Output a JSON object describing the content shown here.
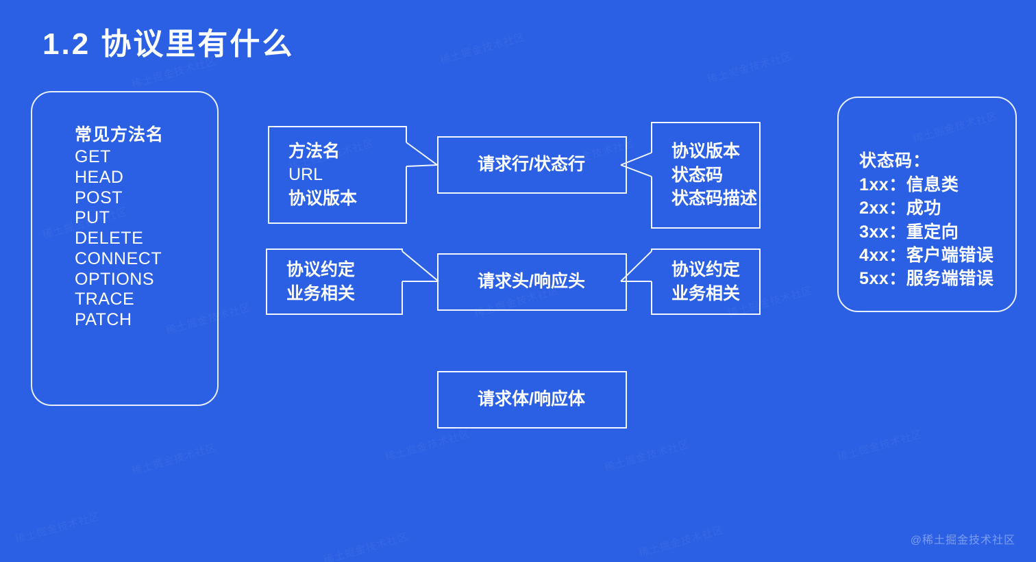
{
  "slide": {
    "title": "1.2  协议里有什么",
    "background_color": "#2b60e4",
    "line_color": "#f2f6ff",
    "text_color": "#ffffff",
    "attribution": "@稀土掘金技术社区",
    "watermark_text": "稀土掘金技术社区"
  },
  "methods_panel": {
    "heading": "常见方法名",
    "items": [
      "GET",
      "HEAD",
      "POST",
      "PUT",
      "DELETE",
      "CONNECT",
      "OPTIONS",
      "TRACE",
      "PATCH"
    ]
  },
  "status_panel": {
    "heading": "状态码：",
    "rows": [
      {
        "code": "1xx：",
        "label": "信息类"
      },
      {
        "code": "2xx：",
        "label": "成功"
      },
      {
        "code": "3xx：",
        "label": "重定向"
      },
      {
        "code": "4xx：",
        "label": "客户端错误"
      },
      {
        "code": "5xx：",
        "label": "服务端错误"
      }
    ]
  },
  "flow": {
    "row1": {
      "left": {
        "line1": "方法名",
        "line2": "URL",
        "line3": "协议版本"
      },
      "middle": {
        "label": "请求行/状态行"
      },
      "right": {
        "line1": "协议版本",
        "line2": "状态码",
        "line3": "状态码描述"
      }
    },
    "row2": {
      "left": {
        "line1": "协议约定",
        "line2": "业务相关"
      },
      "middle": {
        "label": "请求头/响应头"
      },
      "right": {
        "line1": "协议约定",
        "line2": "业务相关"
      }
    },
    "row3": {
      "middle": {
        "label": "请求体/响应体"
      }
    }
  }
}
